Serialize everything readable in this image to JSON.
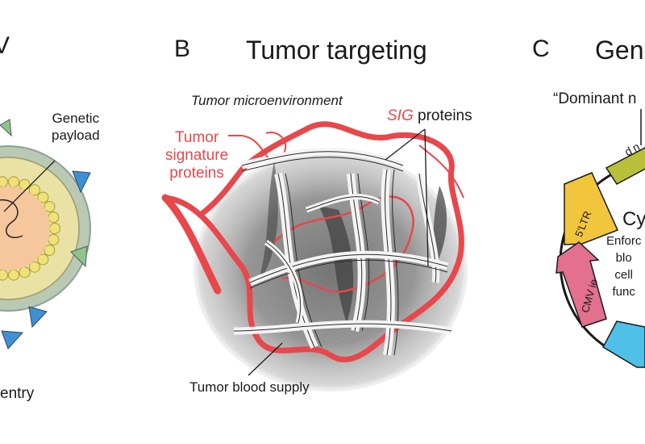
{
  "panel_a": {
    "letter_partial": "V",
    "payload_label": "Genetic\npayload",
    "entry_label_partial": "entry"
  },
  "panel_b": {
    "letter": "B",
    "title": "Tumor targeting",
    "microenvironment_label": "Tumor microenvironment",
    "signature_label": "Tumor\nsignature\nproteins",
    "sig_italic": "SIG",
    "sig_rest": " proteins",
    "blood_supply_label": "Tumor blood supply"
  },
  "panel_c": {
    "letter": "C",
    "title_partial": "Gene",
    "dominant_label_partial": "“Dominant n",
    "segment_ltr": "5′LTR",
    "segment_cmv": "CMV ie",
    "segment_dn": "dn",
    "center_title_partial": "Cy",
    "center_text_partial": "Enforc\nblo\ncell\nfunc"
  },
  "colors": {
    "red": "#e8474b",
    "envelope_green": "#b9c9b4",
    "core_yellow": "#e9e2a4",
    "core_orange": "#f6c79c",
    "bead_yellow": "#efe277",
    "spike_blue": "#3f8fd3",
    "spike_green": "#8fc48c",
    "segment_olive": "#b8c03a",
    "segment_yellow": "#f2c63c",
    "segment_pink": "#e2708e",
    "segment_cyan": "#4fc1e8"
  }
}
